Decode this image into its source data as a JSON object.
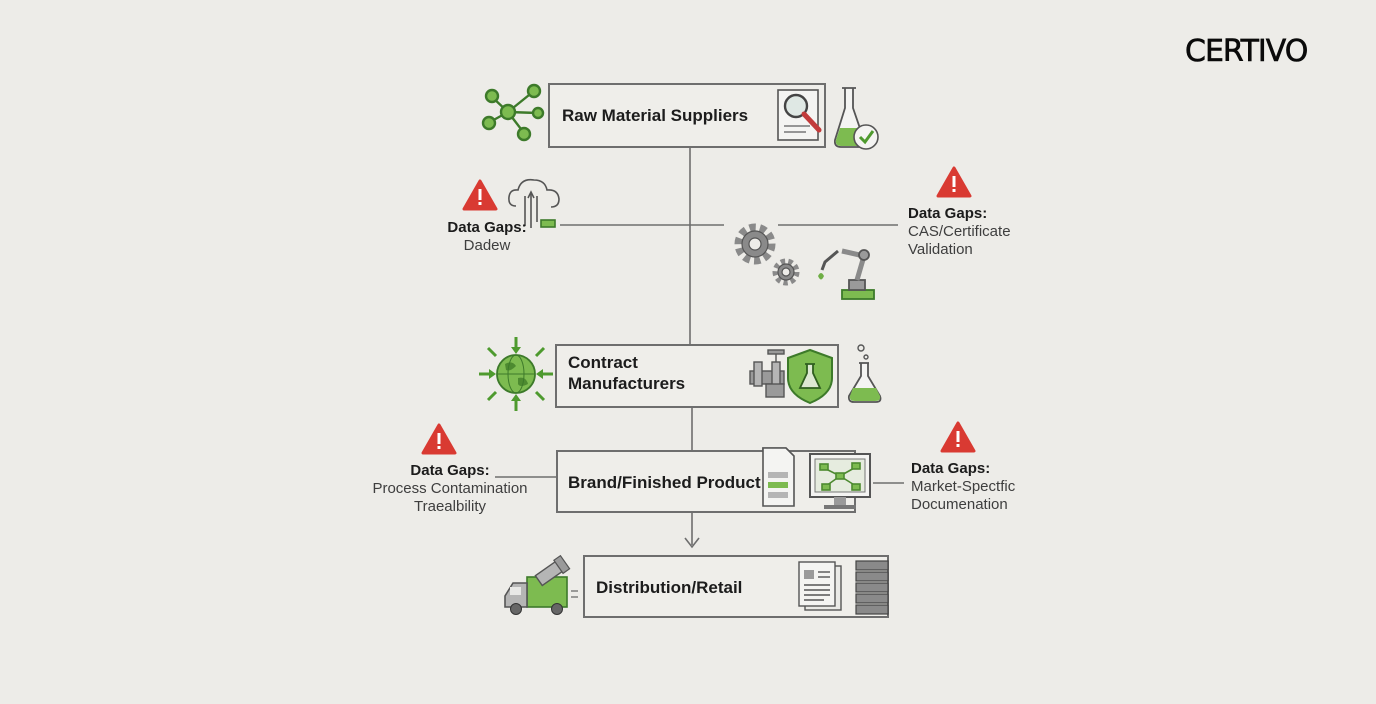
{
  "brand": {
    "logo_text": "CERTIVO"
  },
  "diagram": {
    "nodes": [
      {
        "id": "raw",
        "label": "Raw Material Suppliers"
      },
      {
        "id": "contract",
        "label_line1": "Contract",
        "label_line2": "Manufacturers"
      },
      {
        "id": "brand",
        "label": "Brand/Finished Product"
      },
      {
        "id": "retail",
        "label": "Distribution/Retail"
      }
    ],
    "data_gaps": {
      "upper_left": {
        "title": "Data Gaps:",
        "lines": [
          "Dadew"
        ]
      },
      "upper_right": {
        "title": "Data Gaps:",
        "lines": [
          "CAS/Certificate",
          "Validation"
        ]
      },
      "lower_left": {
        "title": "Data Gaps:",
        "lines": [
          "Process Contamination",
          "Traealbility"
        ]
      },
      "lower_right": {
        "title": "Data Gaps:",
        "lines": [
          "Market-Spectfic",
          "Documenation"
        ]
      }
    },
    "colors": {
      "accent_green": "#6fae45",
      "warning_red": "#d93a32",
      "line_gray": "#6e6e6e"
    },
    "icons": [
      "molecule-network-icon",
      "document-magnifier-icon",
      "flask-check-icon",
      "warning-icon",
      "cloud-data-icon",
      "gears-icon",
      "robot-arm-icon",
      "globe-arrows-icon",
      "valve-pipe-icon",
      "shield-flask-icon",
      "flask-bubbles-icon",
      "spreadsheet-document-icon",
      "monitor-network-icon",
      "delivery-truck-icon",
      "document-stack-icon",
      "server-rack-icon"
    ]
  }
}
